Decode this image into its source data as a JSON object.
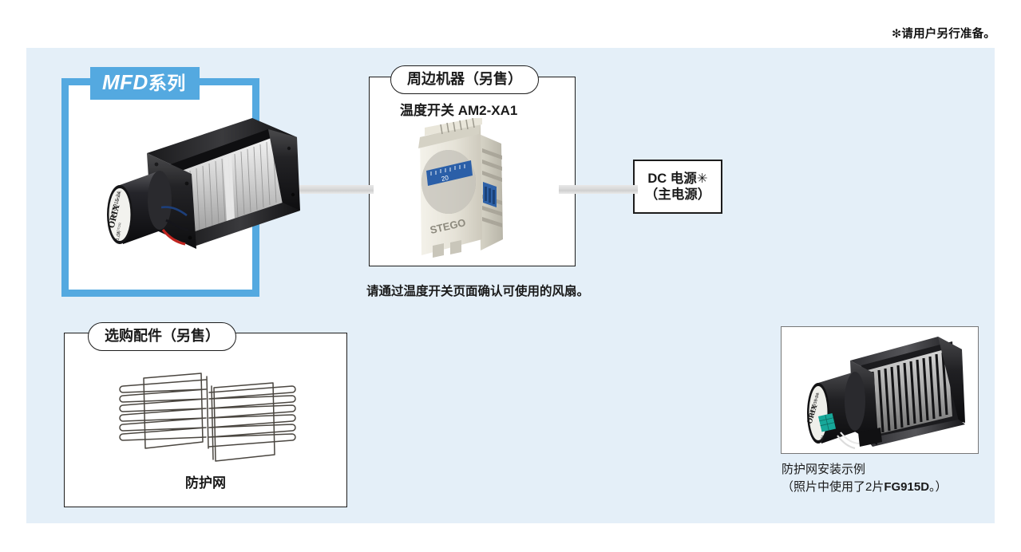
{
  "top_note": "✻请用户另行准备。",
  "mfd": {
    "tag_latin": "MFD",
    "tag_cjk": "系列",
    "product_label_line1": "MODEL",
    "product_label_line2": "MFD915-24",
    "product_label_brand": "ORIX",
    "product_label_line3": "MOTOR",
    "product_label_line4": "1.0A"
  },
  "peripheral": {
    "pill_label": "周边机器（另售）",
    "title": "温度开关 AM2-XA1",
    "note": "请通过温度开关页面确认可使用的风扇。",
    "device_brand": "STEGO"
  },
  "dc_power": {
    "line1": "DC 电源✳",
    "line2": "（主电源）"
  },
  "optional": {
    "pill_label": "选购配件（另售）",
    "caption": "防护网"
  },
  "photo": {
    "caption_line1": "防护网安装示例",
    "caption_line2_pre": "（照片中使用了2片",
    "caption_line2_model": "FG915D",
    "caption_line2_post": "。）"
  },
  "colors": {
    "panel_bg": "#e4eff8",
    "accent_blue": "#54a9e0",
    "box_border": "#1c1c1c",
    "connector": "#d9d9d9"
  }
}
